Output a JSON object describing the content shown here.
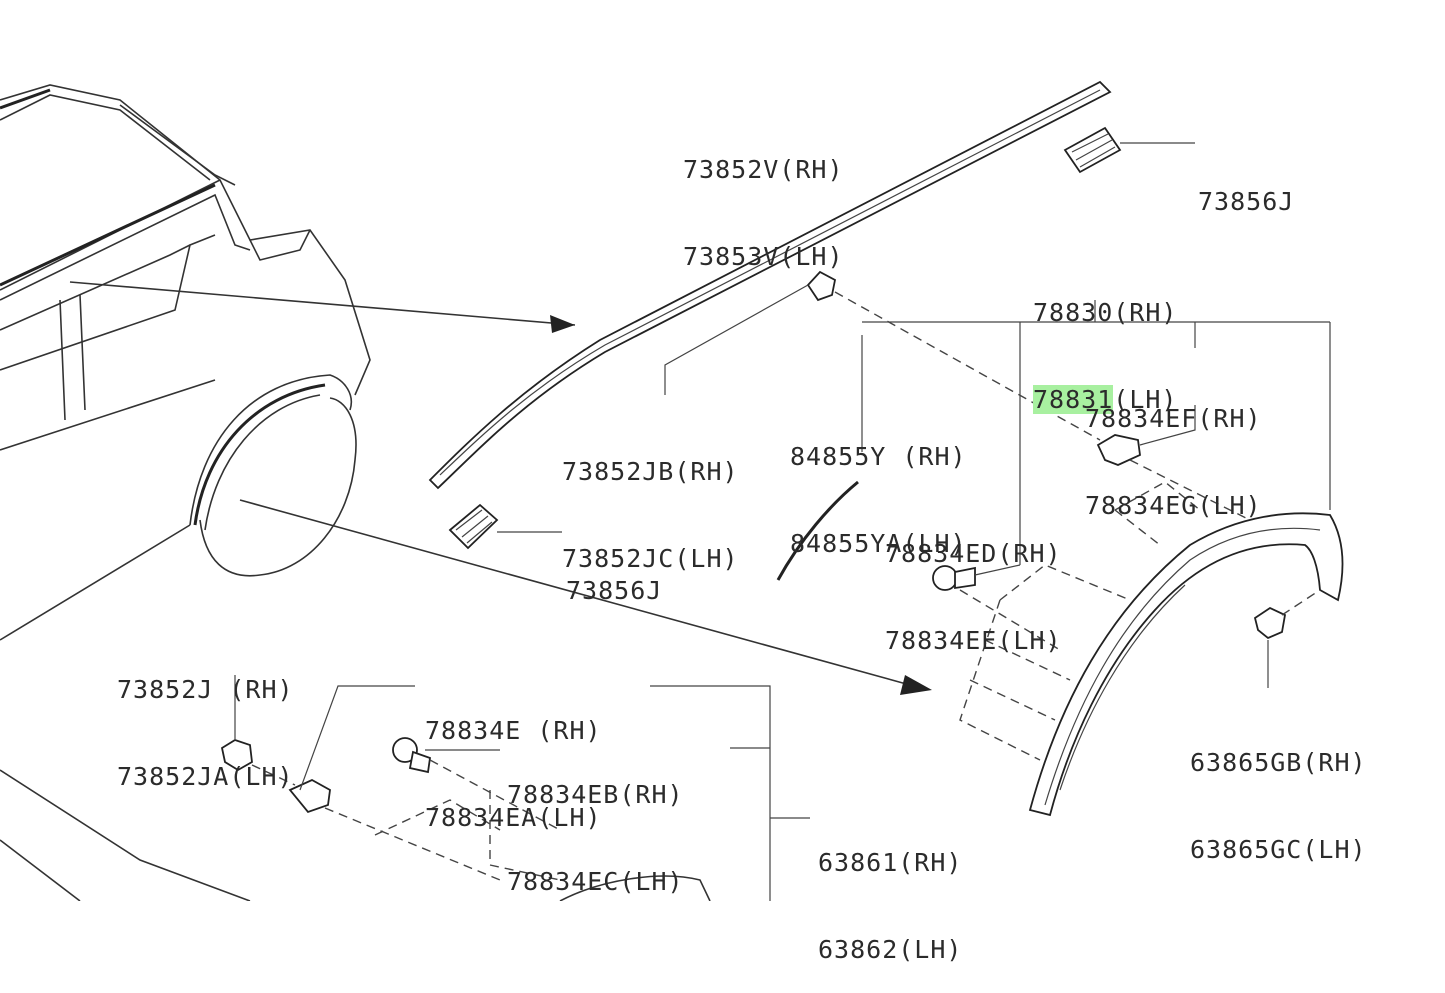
{
  "labels": {
    "p73852v": "73852V(RH)",
    "p73853v": "73853V(LH)",
    "p73856j_top": "73856J",
    "p78830": "78830(RH)",
    "p78831": "78831",
    "p78831_suffix": "(LH)",
    "p78834ef": "78834EF(RH)",
    "p78834eg": "78834EG(LH)",
    "p84855y": "84855Y (RH)",
    "p84855ya": "84855YA(LH)",
    "p73852jb": "73852JB(RH)",
    "p73852jc": "73852JC(LH)",
    "p73856j_mid": "73856J",
    "p78834ed": "78834ED(RH)",
    "p78834ee": "78834EE(LH)",
    "p73852j": "73852J (RH)",
    "p73852ja": "73852JA(LH)",
    "p78834e": "78834E (RH)",
    "p78834ea": "78834EA(LH)",
    "p78834eb": "78834EB(RH)",
    "p78834ec": "78834EC(LH)",
    "p63865gb": "63865GB(RH)",
    "p63865gc": "63865GC(LH)",
    "p63861": "63861(RH)",
    "p63862": "63862(LH)"
  },
  "colors": {
    "highlight": "#a8f0a0",
    "line": "#333333",
    "text": "#2b2b2b"
  }
}
